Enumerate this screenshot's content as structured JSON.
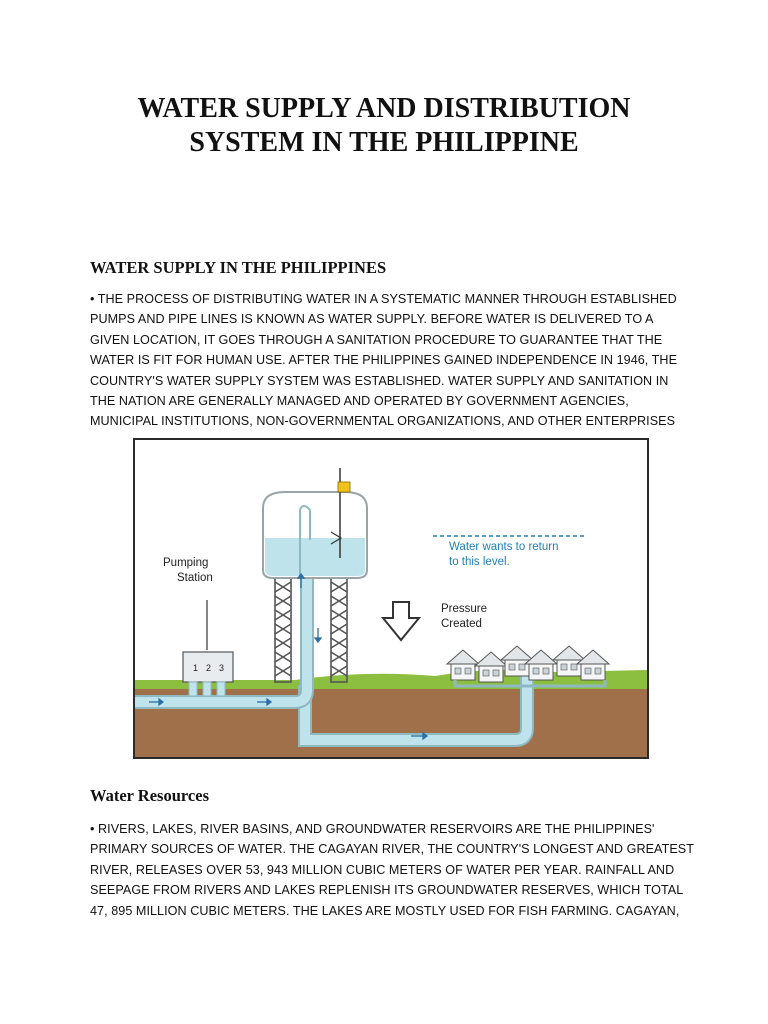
{
  "document": {
    "title_lines": [
      "WATER SUPPLY AND DISTRIBUTION",
      "SYSTEM IN THE PHILIPPINE"
    ],
    "section1": {
      "heading": "WATER SUPPLY IN THE PHILIPPINES",
      "lines": [
        "• THE PROCESS OF DISTRIBUTING WATER IN A SYSTEMATIC MANNER THROUGH ESTABLISHED",
        "PUMPS AND PIPE LINES IS KNOWN AS WATER SUPPLY. BEFORE WATER IS DELIVERED TO A",
        "GIVEN LOCATION, IT GOES THROUGH A SANITATION PROCEDURE TO GUARANTEE THAT THE",
        "WATER IS FIT FOR HUMAN USE. AFTER THE PHILIPPINES GAINED INDEPENDENCE IN 1946, THE",
        "COUNTRY'S WATER SUPPLY SYSTEM WAS ESTABLISHED. WATER SUPPLY AND SANITATION IN",
        "THE NATION ARE GENERALLY MANAGED AND OPERATED BY GOVERNMENT AGENCIES,",
        "MUNICIPAL INSTITUTIONS, NON-GOVERNMENTAL ORGANIZATIONS, AND OTHER ENTERPRISES"
      ]
    },
    "diagram": {
      "pumping_station_lines": [
        "Pumping",
        "Station"
      ],
      "pump_numbers": [
        "1",
        "2",
        "3"
      ],
      "water_level_lines": [
        "Water wants to return",
        "to this level."
      ],
      "pressure_lines": [
        "Pressure",
        "Created"
      ],
      "colors": {
        "water": "#bfe3ea",
        "ground": "#a0704a",
        "grass": "#8cbf3f",
        "tank_outline": "#9aa3a6",
        "label_blue": "#1f7fb6",
        "indicator": "#f2c21a"
      }
    },
    "section2": {
      "heading": "Water Resources",
      "lines": [
        "• RIVERS, LAKES, RIVER BASINS, AND GROUNDWATER RESERVOIRS ARE THE PHILIPPINES'",
        "PRIMARY SOURCES OF WATER. THE CAGAYAN RIVER, THE COUNTRY'S LONGEST AND GREATEST",
        "RIVER, RELEASES OVER 53, 943 MILLION CUBIC METERS OF WATER PER YEAR. RAINFALL AND",
        "SEEPAGE FROM RIVERS AND LAKES REPLENISH ITS GROUNDWATER RESERVES, WHICH TOTAL",
        "47, 895 MILLION CUBIC METERS. THE LAKES ARE MOSTLY USED FOR FISH FARMING. CAGAYAN,"
      ]
    }
  }
}
